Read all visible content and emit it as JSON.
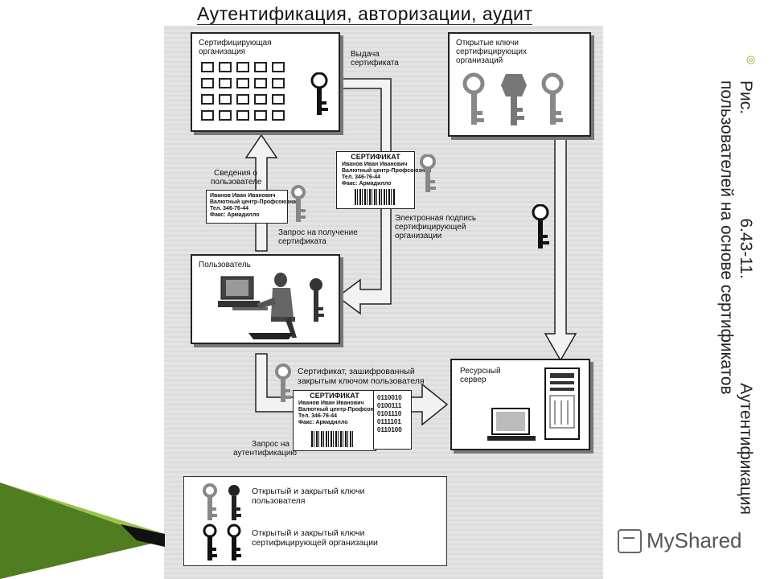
{
  "title": "Аутентификация, авторизации, аудит",
  "caption": {
    "line1_left": "Рис.",
    "line1_mid": "6.43-11.",
    "line1_right": "Аутентификация",
    "line2": "пользователей на основе сертификатов"
  },
  "diagram": {
    "ca_box_label": "Сертифицирующая организация",
    "public_keys_box_label": "Открытые ключи сертифицирующих организаций",
    "issue_label": "Выдача сертификата",
    "user_info_label": "Сведения о пользователе",
    "request_label": "Запрос на получение сертификата",
    "signature_label": "Электронная подпись сертифицирующей организации",
    "user_box_label": "Пользователь",
    "encrypted_label": "Сертификат, зашифрованный закрытым ключом пользователя",
    "server_box_label": "Ресурсный сервер",
    "auth_request_label": "Запрос на аутентификацию",
    "legend_user_keys": "Открытый и закрытый ключи пользователя",
    "legend_ca_keys": "Открытый и закрытый ключи сертифицирующей организации",
    "cert": {
      "heading": "СЕРТИФИКАТ",
      "name": "Иванов Иван Иванович",
      "org": "Валютный центр-Профсоюзная",
      "phone": "Тел. 346-76-44",
      "fax": "Факс: Армадилло"
    },
    "binary": [
      "0110010",
      "0100111",
      "0101110",
      "0111101",
      "0110100"
    ]
  },
  "branding": {
    "logo_text": "MyShared"
  }
}
